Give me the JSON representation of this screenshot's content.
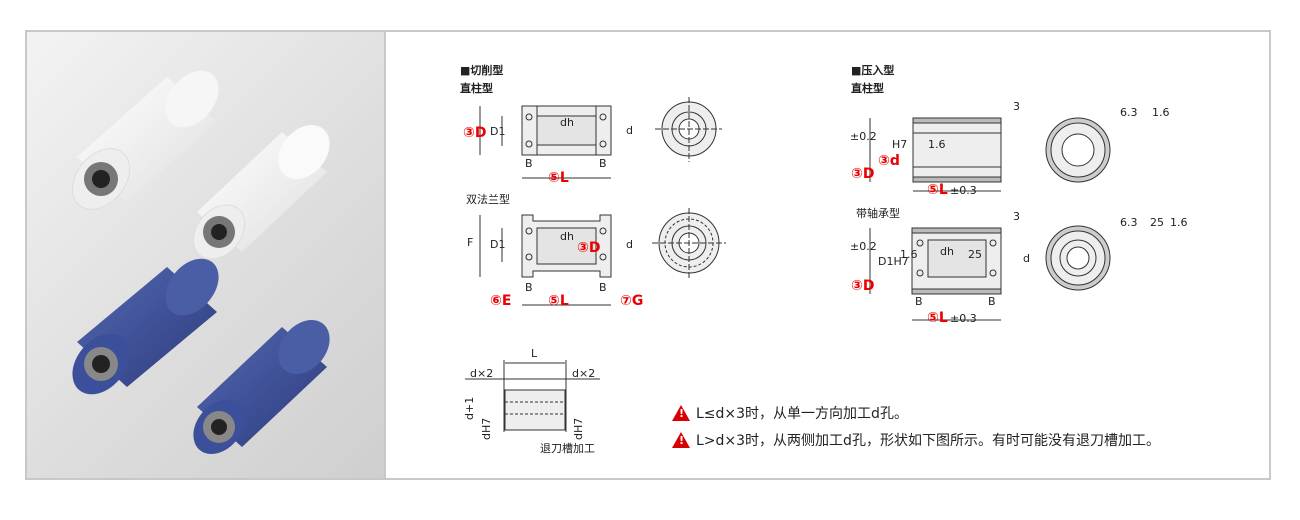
{
  "cut_type": {
    "heading": "■切削型",
    "straight": {
      "title": "直柱型",
      "labels": {
        "D": "③D",
        "D1": "D1",
        "dh": "dh",
        "d": "d",
        "B": "B",
        "L": "⑤L"
      }
    },
    "double_flange": {
      "title": "双法兰型",
      "labels": {
        "F": "F",
        "D1": "D1",
        "dh": "dh",
        "D": "③D",
        "d": "d",
        "B": "B",
        "E": "⑥E",
        "L": "⑤L",
        "G": "⑦G"
      }
    }
  },
  "press_type": {
    "heading": "■压入型",
    "straight": {
      "title": "直柱型",
      "labels": {
        "D": "③D",
        "D_tol": "±0.2",
        "d": "③d",
        "d_tol": "H7",
        "L": "⑤L",
        "L_tol": "±0.3",
        "wall": "3",
        "rough_in": "1.6",
        "finish": "6.3",
        "finish_paren": "1.6"
      }
    },
    "bearing": {
      "title": "带轴承型",
      "labels": {
        "D": "③D",
        "D_tol": "±0.2",
        "D1": "D1H7",
        "dh": "dh",
        "d": "d",
        "B": "B",
        "L": "⑤L",
        "L_tol": "±0.3",
        "wall": "3",
        "rough_in": "1.6",
        "rough_in2": "25",
        "finish": "6.3",
        "finish_paren1": "25",
        "finish_paren2": "1.6"
      }
    }
  },
  "hole_detail": {
    "L": "L",
    "dx2_left": "d×2",
    "dx2_right": "d×2",
    "d_plus_1": "d+1",
    "dH7_left": "dH7",
    "dH7_right": "dH7",
    "groove": "退刀槽加工"
  },
  "notes": [
    "L≤d×3时，从单一方向加工d孔。",
    "L>d×3时，从两侧加工d孔，形状如下图所示。有时可能没有退刀槽加工。"
  ],
  "colors": {
    "accent": "#e00000",
    "warning": "#d80000",
    "white_roller": "#f4f4f4",
    "blue_roller": "#3b4f9a"
  }
}
